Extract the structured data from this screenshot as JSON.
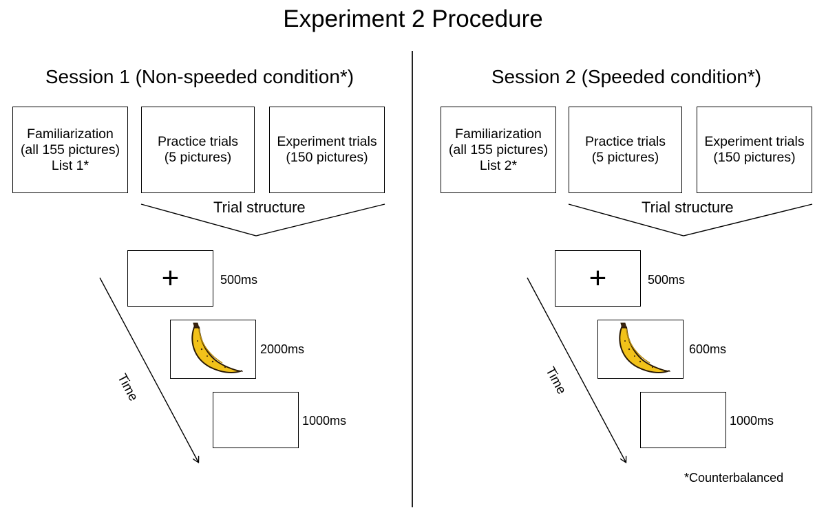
{
  "title": "Experiment 2 Procedure",
  "sessions": [
    {
      "title": "Session 1 (Non-speeded condition*)",
      "boxes": [
        {
          "lines": [
            "Familiarization",
            "(all 155 pictures)",
            "List 1*"
          ]
        },
        {
          "lines": [
            "Practice trials",
            "(5 pictures)"
          ]
        },
        {
          "lines": [
            "Experiment trials",
            "(150 pictures)"
          ]
        }
      ],
      "trial_label": "Trial structure",
      "fixation_symbol": "+",
      "durations": [
        "500ms",
        "2000ms",
        "1000ms"
      ],
      "time_label": "Time",
      "stimulus_icon": "banana-icon"
    },
    {
      "title": "Session 2 (Speeded condition*)",
      "boxes": [
        {
          "lines": [
            "Familiarization",
            "(all 155 pictures)",
            "List 2*"
          ]
        },
        {
          "lines": [
            "Practice trials",
            "(5 pictures)"
          ]
        },
        {
          "lines": [
            "Experiment trials",
            "(150 pictures)"
          ]
        }
      ],
      "trial_label": "Trial structure",
      "fixation_symbol": "+",
      "durations": [
        "500ms",
        "600ms",
        "1000ms"
      ],
      "time_label": "Time",
      "stimulus_icon": "banana-icon"
    }
  ],
  "footnote": "*Counterbalanced",
  "colors": {
    "banana": "#f2c21a",
    "banana_outline": "#2a1a05",
    "line": "#000000"
  }
}
